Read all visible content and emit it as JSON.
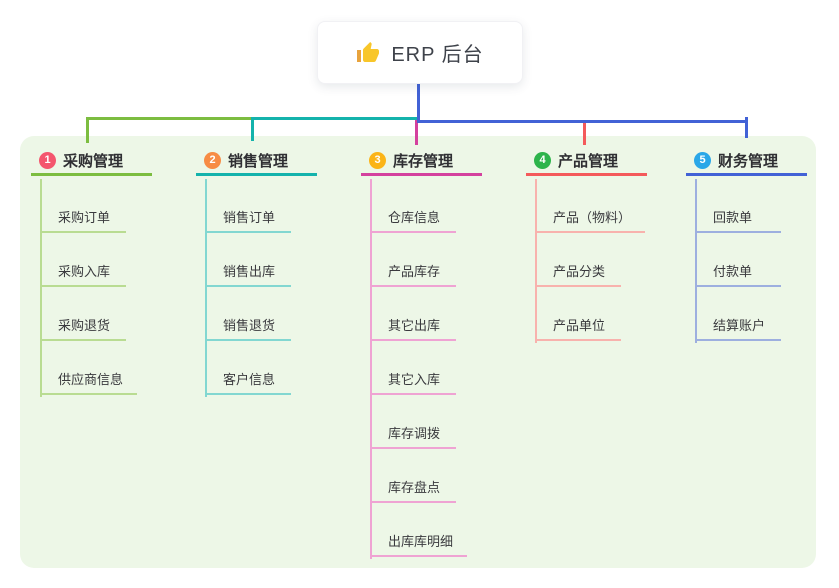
{
  "root": {
    "label": "ERP 后台",
    "icon": "thumbs-up-icon",
    "line_color": "#4262d6"
  },
  "panel_bg": "#edf7e7",
  "branches": [
    {
      "badge": "1",
      "label": "采购管理",
      "badge_color": "#f4566e",
      "line_color": "#7cbd40",
      "light_color": "#b9dc92",
      "children": [
        "采购订单",
        "采购入库",
        "采购退货",
        "供应商信息"
      ]
    },
    {
      "badge": "2",
      "label": "销售管理",
      "badge_color": "#f78c44",
      "line_color": "#14b3ac",
      "light_color": "#82d7d1",
      "children": [
        "销售订单",
        "销售出库",
        "销售退货",
        "客户信息"
      ]
    },
    {
      "badge": "3",
      "label": "库存管理",
      "badge_color": "#fbb417",
      "line_color": "#d4419e",
      "light_color": "#efa3d3",
      "children": [
        "仓库信息",
        "产品库存",
        "其它出库",
        "其它入库",
        "库存调拨",
        "库存盘点",
        "出库库明细"
      ]
    },
    {
      "badge": "4",
      "label": "产品管理",
      "badge_color": "#2db44b",
      "line_color": "#f45a5b",
      "light_color": "#f8b2ad",
      "children": [
        "产品（物料）",
        "产品分类",
        "产品单位"
      ]
    },
    {
      "badge": "5",
      "label": "财务管理",
      "badge_color": "#2aa7e8",
      "line_color": "#4262d6",
      "light_color": "#9dafdf",
      "children": [
        "回款单",
        "付款单",
        "结算账户"
      ]
    }
  ]
}
